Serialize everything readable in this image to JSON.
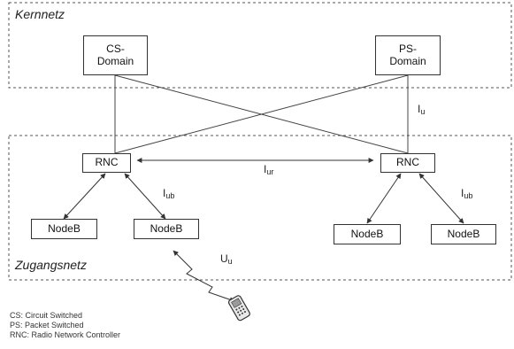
{
  "zones": {
    "core": "Kernnetz",
    "access": "Zugangsnetz"
  },
  "nodes": {
    "cs_domain": "CS-\nDomain",
    "ps_domain": "PS-\nDomain",
    "rnc_left": "RNC",
    "rnc_right": "RNC",
    "nodeb_1": "NodeB",
    "nodeb_2": "NodeB",
    "nodeb_3": "NodeB",
    "nodeb_4": "NodeB"
  },
  "interfaces": {
    "iu": {
      "main": "I",
      "sub": "u"
    },
    "iur": {
      "main": "I",
      "sub": "ur"
    },
    "iub_left": {
      "main": "I",
      "sub": "ub"
    },
    "iub_right": {
      "main": "I",
      "sub": "ub"
    },
    "uu": {
      "main": "U",
      "sub": "u"
    }
  },
  "legend": [
    "CS: Circuit Switched",
    "PS: Packet Switched",
    "RNC: Radio Network Controller"
  ],
  "colors": {
    "line": "#444444",
    "dash": "#555555"
  }
}
